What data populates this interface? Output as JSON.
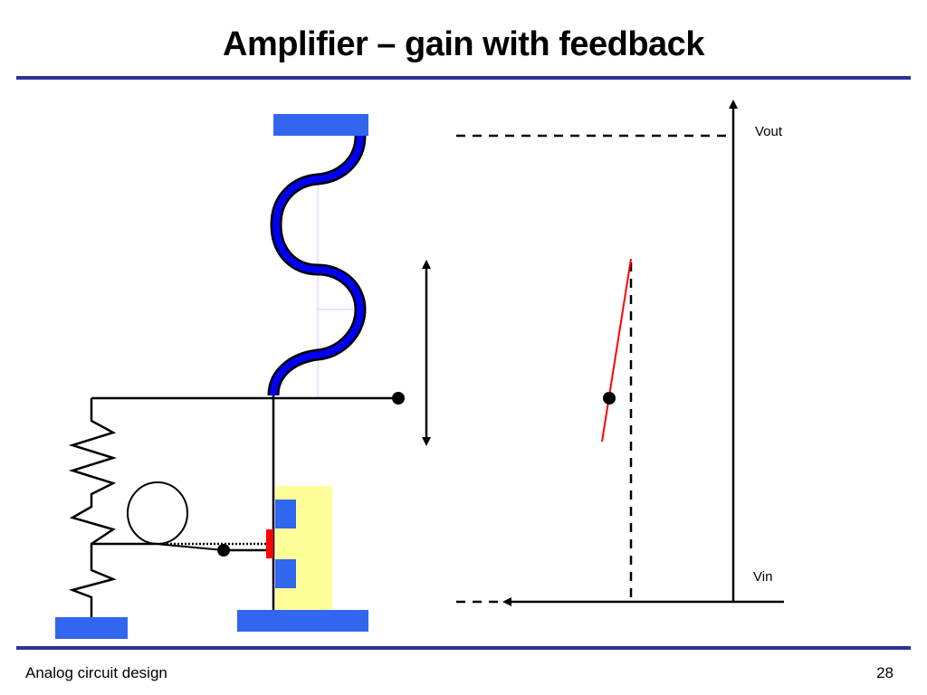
{
  "slide": {
    "title": "Amplifier – gain with feedback",
    "footer_left": "Analog circuit design",
    "page_number": "28"
  },
  "graph": {
    "y_label": "Vout",
    "x_label": "Vin"
  },
  "colors": {
    "rule": "#2e3192",
    "contact_blue": "#3366ee",
    "spring_blue": "#0000ee",
    "gate_red": "#ff0000",
    "substrate_yellow": "#ffff99",
    "curve_red": "#ff0000"
  }
}
